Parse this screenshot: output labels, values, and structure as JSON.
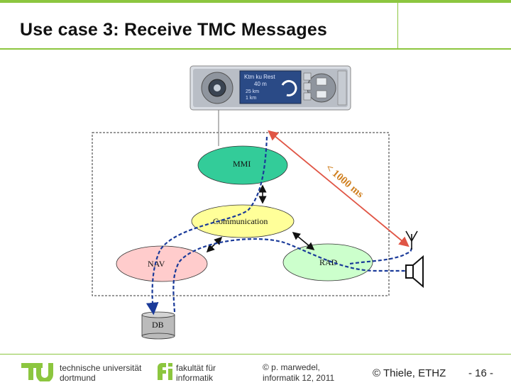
{
  "slide": {
    "title": "Use case 3: Receive TMC Messages",
    "page_number": "- 16 -"
  },
  "diagram": {
    "nodes": {
      "mmi": "MMI",
      "communication": "Communication",
      "nav": "NAV",
      "rad": "RAD",
      "db": "DB"
    },
    "timing_label": "< 1000 ms",
    "colors": {
      "mmi": "#33cc99",
      "communication": "#ffff99",
      "nav": "#ffcccc",
      "rad": "#ccffcc",
      "db": "#bbbbbb",
      "data_path": "#1a3a99",
      "timing_arrow": "#e05545",
      "timing_text": "#d08020"
    },
    "car_radio": {
      "screen_line1": "Ktm ku Rest",
      "screen_line2": "40 m",
      "screen_line3": "25 km",
      "screen_line4": "1 km"
    }
  },
  "footer": {
    "tu_line1": "technische universität",
    "tu_line2": "dortmund",
    "fi_line1": "fakultät für",
    "fi_line2": "informatik",
    "copyright1_line1": "© p. marwedel,",
    "copyright1_line2": "informatik 12, 2011",
    "copyright2": "© Thiele, ETHZ"
  }
}
